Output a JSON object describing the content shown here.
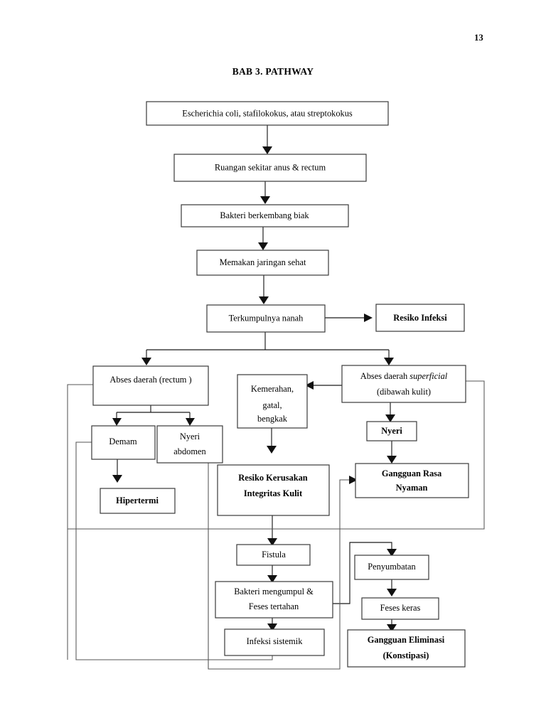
{
  "document": {
    "page_number": "13",
    "title": "BAB 3. PATHWAY"
  },
  "diagram": {
    "type": "flowchart",
    "orientation": "top-to-bottom",
    "nodes": [
      {
        "id": "n1",
        "label": "Escherichia coli, stafilokokus, atau streptokokus",
        "bold": false,
        "lines": [
          "Escherichia coli, stafilokokus, atau streptokokus"
        ]
      },
      {
        "id": "n2",
        "label": "Ruangan sekitar anus & rectum",
        "bold": false,
        "lines": [
          "Ruangan sekitar anus & rectum"
        ]
      },
      {
        "id": "n3",
        "label": "Bakteri  berkembang biak",
        "bold": false,
        "lines": [
          "Bakteri  berkembang biak"
        ]
      },
      {
        "id": "n4",
        "label": "Memakan jaringan sehat",
        "bold": false,
        "lines": [
          "Memakan jaringan sehat"
        ]
      },
      {
        "id": "n5",
        "label": "Terkumpulnya nanah",
        "bold": false,
        "lines": [
          "Terkumpulnya nanah"
        ]
      },
      {
        "id": "n6",
        "label": "Resiko Infeksi",
        "bold": true,
        "lines": [
          "Resiko Infeksi"
        ]
      },
      {
        "id": "n7",
        "label": "Abses daerah (rectum )",
        "bold": false,
        "lines": [
          "Abses daerah (rectum )"
        ]
      },
      {
        "id": "n8",
        "label": "Abses daerah superficial (dibawah kulit)",
        "bold": false,
        "lines": [
          "Abses daerah superficial",
          "(dibawah kulit)"
        ],
        "italic_word": "superficial"
      },
      {
        "id": "n9",
        "label": "Kemerahan, gatal, bengkak",
        "bold": false,
        "lines": [
          "Kemerahan,",
          "gatal,",
          "bengkak"
        ]
      },
      {
        "id": "n10",
        "label": "Demam",
        "bold": false,
        "lines": [
          "Demam"
        ]
      },
      {
        "id": "n11",
        "label": "Nyeri abdomen",
        "bold": false,
        "lines": [
          "Nyeri",
          "abdomen"
        ]
      },
      {
        "id": "n12",
        "label": "Nyeri",
        "bold": true,
        "lines": [
          "Nyeri"
        ]
      },
      {
        "id": "n13",
        "label": "Hipertermi",
        "bold": true,
        "lines": [
          "Hipertermi"
        ]
      },
      {
        "id": "n14",
        "label": "Resiko  Kerusakan Integritas Kulit",
        "bold": true,
        "lines": [
          "Resiko  Kerusakan",
          "Integritas Kulit"
        ]
      },
      {
        "id": "n15",
        "label": "Gangguan Rasa Nyaman",
        "bold": true,
        "lines": [
          "Gangguan Rasa",
          "Nyaman"
        ]
      },
      {
        "id": "n16",
        "label": "Fistula",
        "bold": false,
        "lines": [
          "Fistula"
        ]
      },
      {
        "id": "n17",
        "label": "Penyumbatan",
        "bold": false,
        "lines": [
          "Penyumbatan"
        ]
      },
      {
        "id": "n18",
        "label": "Bakteri mengumpul & Feses tertahan",
        "bold": false,
        "lines": [
          "Bakteri mengumpul &",
          "Feses tertahan"
        ]
      },
      {
        "id": "n19",
        "label": "Feses keras",
        "bold": false,
        "lines": [
          "Feses keras"
        ]
      },
      {
        "id": "n20",
        "label": "Infeksi sistemik",
        "bold": false,
        "lines": [
          "Infeksi sistemik"
        ]
      },
      {
        "id": "n21",
        "label": "Gangguan Eliminasi (Konstipasi)",
        "bold": true,
        "lines": [
          "Gangguan Eliminasi",
          "(Konstipasi)"
        ]
      }
    ],
    "edges": [
      {
        "from": "n1",
        "to": "n2"
      },
      {
        "from": "n2",
        "to": "n3"
      },
      {
        "from": "n3",
        "to": "n4"
      },
      {
        "from": "n4",
        "to": "n5"
      },
      {
        "from": "n5",
        "to": "n6"
      },
      {
        "from": "n5",
        "to": "n7"
      },
      {
        "from": "n5",
        "to": "n8"
      },
      {
        "from": "n7",
        "to": "n10"
      },
      {
        "from": "n7",
        "to": "n11"
      },
      {
        "from": "n8",
        "to": "n9"
      },
      {
        "from": "n8",
        "to": "n12"
      },
      {
        "from": "n9",
        "to": "n14"
      },
      {
        "from": "n10",
        "to": "n13"
      },
      {
        "from": "n12",
        "to": "n15"
      },
      {
        "from": "n14",
        "to": "n16"
      },
      {
        "from": "n16",
        "to": "n18"
      },
      {
        "from": "n18",
        "to": "n20"
      },
      {
        "from": "n18",
        "to": "n17"
      },
      {
        "from": "n17",
        "to": "n19"
      },
      {
        "from": "n19",
        "to": "n21"
      },
      {
        "from": "n20",
        "to": "n10"
      },
      {
        "from": "n11",
        "to": "n15"
      }
    ]
  }
}
